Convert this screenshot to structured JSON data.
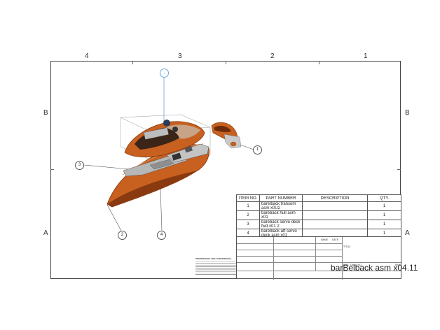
{
  "zones": {
    "top": [
      "4",
      "3",
      "2",
      "1"
    ],
    "left": [
      "B",
      "A"
    ],
    "right": [
      "B",
      "A"
    ]
  },
  "balloons": [
    "1",
    "2",
    "3",
    "4"
  ],
  "bom": {
    "headers": [
      "ITEM NO.",
      "PART NUMBER",
      "DESCRIPTION",
      "QTY."
    ],
    "rows": [
      {
        "item": "1",
        "part": "barelback transom asm x0U2",
        "description": "",
        "qty": "1"
      },
      {
        "item": "2",
        "part": "bareback hull asm x01",
        "description": "",
        "qty": "1"
      },
      {
        "item": "3",
        "part": "bareback servo deck fwd x01 2",
        "description": "",
        "qty": "1"
      },
      {
        "item": "4",
        "part": "barelback aft servo deck asm x01",
        "description": "",
        "qty": "1"
      }
    ]
  },
  "title_block": {
    "drawing_title": "barBelback asm x04.11",
    "title_label": "TITLE:",
    "size_label": "SIZE",
    "dwg_label": "DWG. NO.",
    "rev_label": "REV",
    "name_label": "NAME",
    "date_label": "DATE",
    "notes_heading": "PROPRIETARY AND CONFIDENTIAL"
  },
  "colors": {
    "hull": "#c8601f",
    "hull_dark": "#8a3a10",
    "deck_dark": "#3a2518",
    "deck_light": "#c7a487",
    "gray_part": "#b7b7b7",
    "leader": "#6aa8d8"
  }
}
